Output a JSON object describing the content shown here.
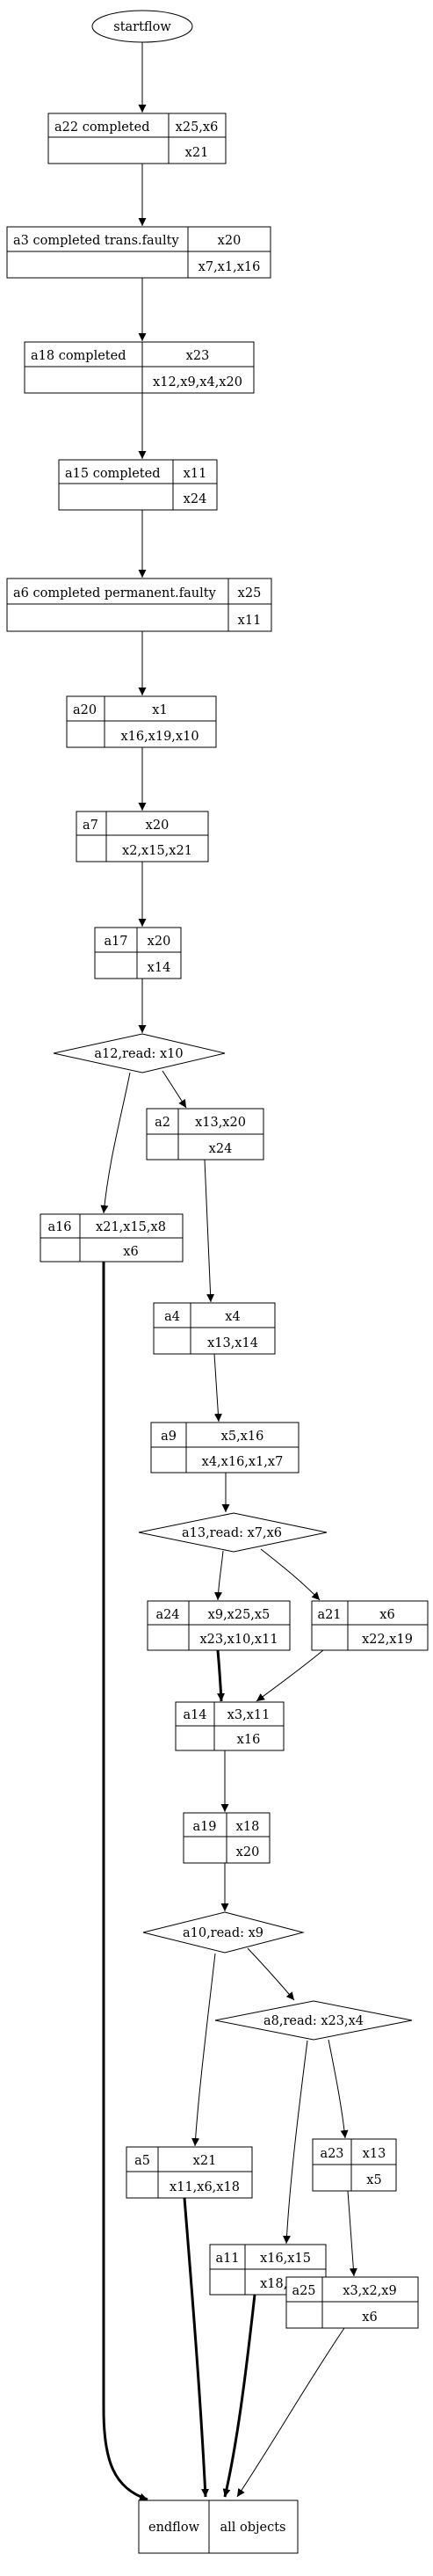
{
  "start": "startflow",
  "records": {
    "a22": {
      "name": "a22 completed",
      "top": "x25,x6",
      "bottom": "x21"
    },
    "a3": {
      "name": "a3 completed trans.faulty",
      "top": "x20",
      "bottom": "x7,x1,x16"
    },
    "a18": {
      "name": "a18 completed",
      "top": "x23",
      "bottom": "x12,x9,x4,x20"
    },
    "a15": {
      "name": "a15 completed",
      "top": "x11",
      "bottom": "x24"
    },
    "a6": {
      "name": "a6 completed permanent.faulty",
      "top": "x25",
      "bottom": "x11"
    },
    "a20": {
      "name": "a20",
      "top": "x1",
      "bottom": "x16,x19,x10"
    },
    "a7": {
      "name": "a7",
      "top": "x20",
      "bottom": "x2,x15,x21"
    },
    "a17": {
      "name": "a17",
      "top": "x20",
      "bottom": "x14"
    },
    "a2": {
      "name": "a2",
      "top": "x13,x20",
      "bottom": "x24"
    },
    "a16": {
      "name": "a16",
      "top": "x21,x15,x8",
      "bottom": "x6"
    },
    "a4": {
      "name": "a4",
      "top": "x4",
      "bottom": "x13,x14"
    },
    "a9": {
      "name": "a9",
      "top": "x5,x16",
      "bottom": "x4,x16,x1,x7"
    },
    "a24": {
      "name": "a24",
      "top": "x9,x25,x5",
      "bottom": "x23,x10,x11"
    },
    "a21": {
      "name": "a21",
      "top": "x6",
      "bottom": "x22,x19"
    },
    "a14": {
      "name": "a14",
      "top": "x3,x11",
      "bottom": "x16"
    },
    "a19": {
      "name": "a19",
      "top": "x18",
      "bottom": "x20"
    },
    "a5": {
      "name": "a5",
      "top": "x21",
      "bottom": "x11,x6,x18"
    },
    "a23": {
      "name": "a23",
      "top": "x13",
      "bottom": "x5"
    },
    "a11": {
      "name": "a11",
      "top": "x16,x15",
      "bottom": "x18,x24"
    },
    "a25": {
      "name": "a25",
      "top": "x3,x2,x9",
      "bottom": "x6"
    }
  },
  "decisions": {
    "a12": "a12,read: x10",
    "a13": "a13,read: x7,x6",
    "a10": "a10,read: x9",
    "a8": "a8,read: x23,x4"
  },
  "end": {
    "left": "endflow",
    "right": "all objects"
  }
}
